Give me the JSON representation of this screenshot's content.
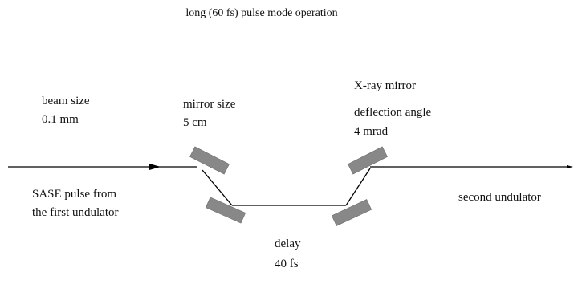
{
  "title": "long (60 fs) pulse mode operation",
  "labels": {
    "beam_size": [
      "beam size",
      "0.1 mm"
    ],
    "mirror_size": [
      "mirror size",
      "5 cm"
    ],
    "xray_mirror": [
      "X-ray mirror",
      "deflection angle",
      "4 mrad"
    ],
    "sase_pulse": [
      "SASE pulse from",
      "the first undulator"
    ],
    "second_undulator": "second undulator",
    "delay": [
      "delay",
      "40 fs"
    ]
  },
  "colors": {
    "beam": "#000000",
    "mirror": "#888888"
  }
}
